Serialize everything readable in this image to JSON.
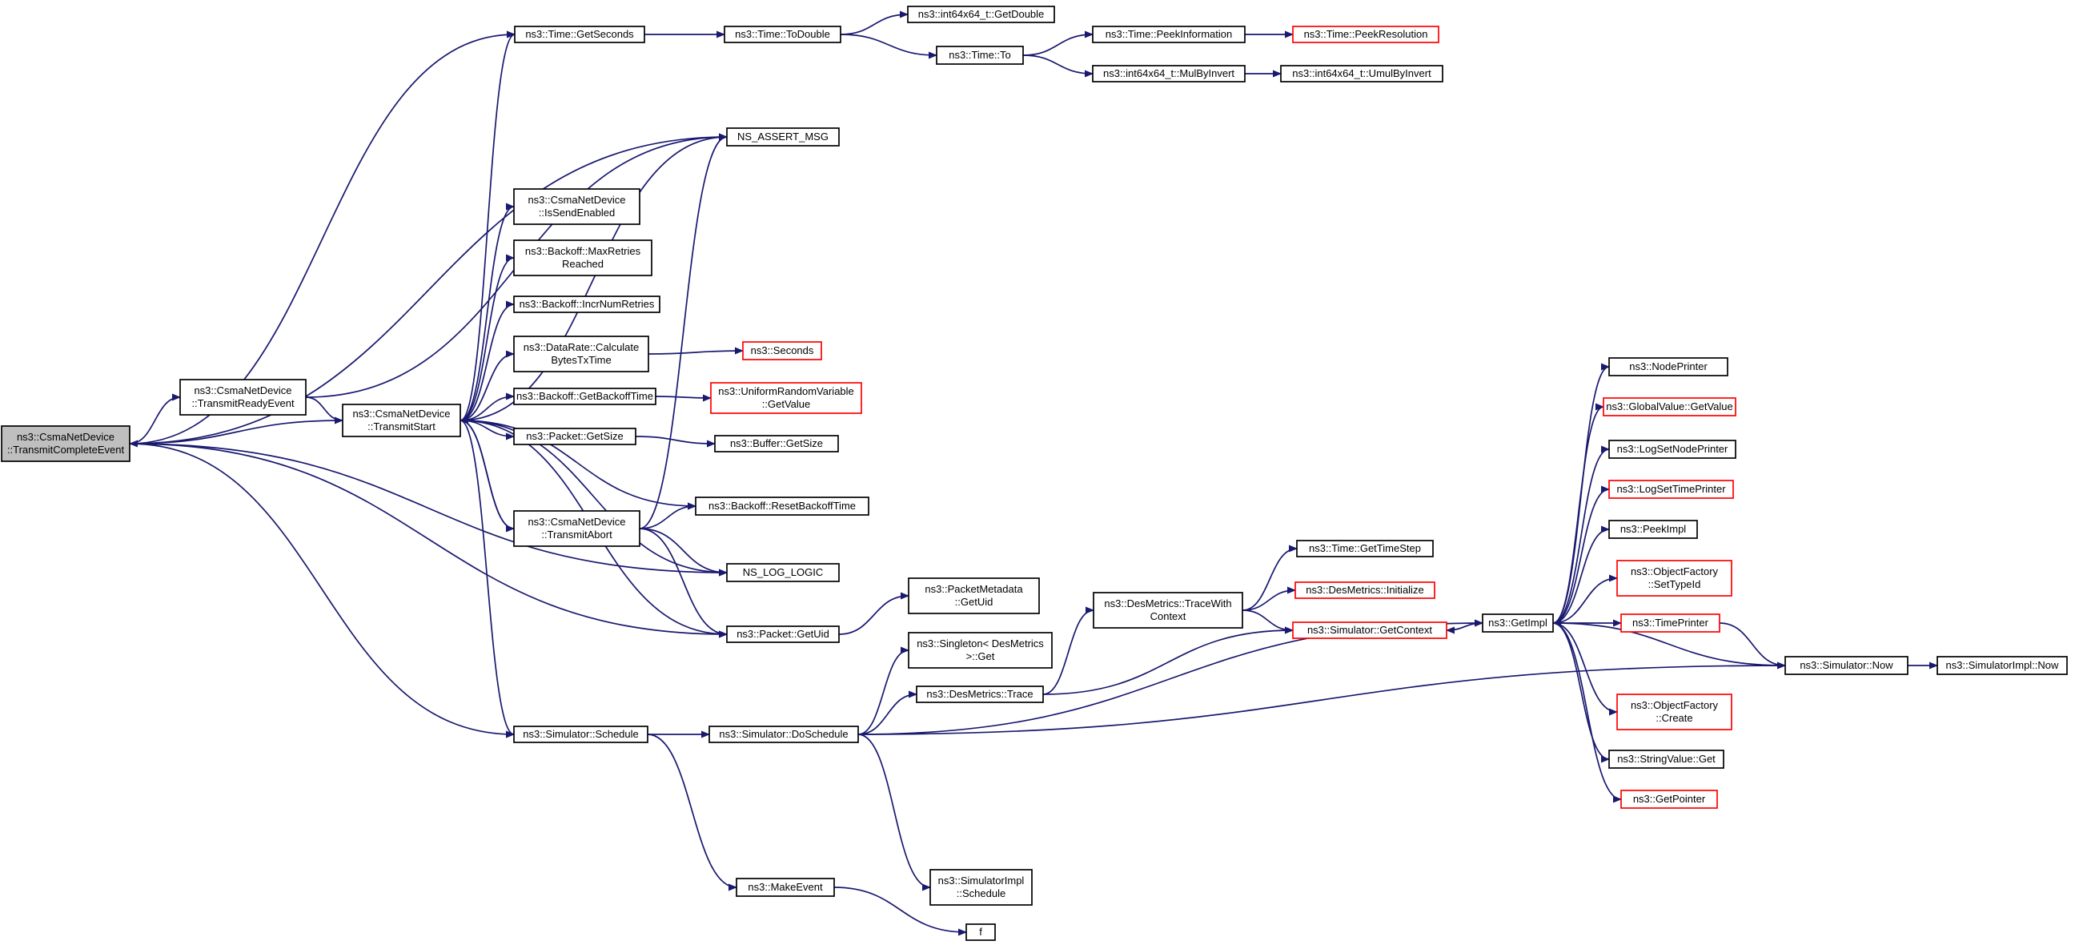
{
  "colors": {
    "edge": "#191970",
    "border": "#000000",
    "truncated_border": "#ff0000",
    "root_fill": "#bfbfbf",
    "background": "#ffffff"
  },
  "nodes": [
    {
      "id": "tce",
      "lines": [
        "ns3::CsmaNetDevice",
        "::TransmitCompleteEvent"
      ],
      "root": true
    },
    {
      "id": "tre",
      "lines": [
        "ns3::CsmaNetDevice",
        "::TransmitReadyEvent"
      ]
    },
    {
      "id": "ts",
      "lines": [
        "ns3::CsmaNetDevice",
        "::TransmitStart"
      ]
    },
    {
      "id": "getsec",
      "lines": [
        "ns3::Time::GetSeconds"
      ]
    },
    {
      "id": "todouble",
      "lines": [
        "ns3::Time::ToDouble"
      ]
    },
    {
      "id": "i64getdouble",
      "lines": [
        "ns3::int64x64_t::GetDouble"
      ]
    },
    {
      "id": "timeto",
      "lines": [
        "ns3::Time::To"
      ]
    },
    {
      "id": "peekinfo",
      "lines": [
        "ns3::Time::PeekInformation"
      ]
    },
    {
      "id": "peekres",
      "lines": [
        "ns3::Time::PeekResolution"
      ],
      "red": true
    },
    {
      "id": "mulbyinv",
      "lines": [
        "ns3::int64x64_t::MulByInvert"
      ]
    },
    {
      "id": "umulbyinv",
      "lines": [
        "ns3::int64x64_t::UmulByInvert"
      ]
    },
    {
      "id": "assert",
      "lines": [
        "NS_ASSERT_MSG"
      ]
    },
    {
      "id": "issend",
      "lines": [
        "ns3::CsmaNetDevice",
        "::IsSendEnabled"
      ]
    },
    {
      "id": "maxret",
      "lines": [
        "ns3::Backoff::MaxRetries",
        "Reached"
      ]
    },
    {
      "id": "incr",
      "lines": [
        "ns3::Backoff::IncrNumRetries"
      ]
    },
    {
      "id": "calcbytes",
      "lines": [
        "ns3::DataRate::Calculate",
        "BytesTxTime"
      ]
    },
    {
      "id": "seconds",
      "lines": [
        "ns3::Seconds"
      ],
      "red": true
    },
    {
      "id": "getbackoff",
      "lines": [
        "ns3::Backoff::GetBackoffTime"
      ]
    },
    {
      "id": "urv",
      "lines": [
        "ns3::UniformRandomVariable",
        "::GetValue"
      ],
      "red": true
    },
    {
      "id": "pktsize",
      "lines": [
        "ns3::Packet::GetSize"
      ]
    },
    {
      "id": "bufsize",
      "lines": [
        "ns3::Buffer::GetSize"
      ]
    },
    {
      "id": "tabort",
      "lines": [
        "ns3::CsmaNetDevice",
        "::TransmitAbort"
      ]
    },
    {
      "id": "resetbo",
      "lines": [
        "ns3::Backoff::ResetBackoffTime"
      ]
    },
    {
      "id": "loglogic",
      "lines": [
        "NS_LOG_LOGIC"
      ]
    },
    {
      "id": "pktuid",
      "lines": [
        "ns3::Packet::GetUid"
      ]
    },
    {
      "id": "metauid",
      "lines": [
        "ns3::PacketMetadata",
        "::GetUid"
      ]
    },
    {
      "id": "singleton",
      "lines": [
        "ns3::Singleton< DesMetrics",
        ">::Get"
      ]
    },
    {
      "id": "dmtrace",
      "lines": [
        "ns3::DesMetrics::Trace"
      ]
    },
    {
      "id": "schedule",
      "lines": [
        "ns3::Simulator::Schedule"
      ]
    },
    {
      "id": "dosched",
      "lines": [
        "ns3::Simulator::DoSchedule"
      ]
    },
    {
      "id": "makeevent",
      "lines": [
        "ns3::MakeEvent"
      ]
    },
    {
      "id": "implsched",
      "lines": [
        "ns3::SimulatorImpl",
        "::Schedule"
      ]
    },
    {
      "id": "f",
      "lines": [
        "f"
      ]
    },
    {
      "id": "tracectx",
      "lines": [
        "ns3::DesMetrics::TraceWith",
        "Context"
      ]
    },
    {
      "id": "timestep",
      "lines": [
        "ns3::Time::GetTimeStep"
      ]
    },
    {
      "id": "dminit",
      "lines": [
        "ns3::DesMetrics::Initialize"
      ],
      "red": true
    },
    {
      "id": "getctx",
      "lines": [
        "ns3::Simulator::GetContext"
      ],
      "red": true
    },
    {
      "id": "getimpl",
      "lines": [
        "ns3::GetImpl"
      ]
    },
    {
      "id": "nodeprinter",
      "lines": [
        "ns3::NodePrinter"
      ]
    },
    {
      "id": "gvget",
      "lines": [
        "ns3::GlobalValue::GetValue"
      ],
      "red": true
    },
    {
      "id": "lognp",
      "lines": [
        "ns3::LogSetNodePrinter"
      ]
    },
    {
      "id": "logtp",
      "lines": [
        "ns3::LogSetTimePrinter"
      ],
      "red": true
    },
    {
      "id": "peekimpl",
      "lines": [
        "ns3::PeekImpl"
      ]
    },
    {
      "id": "ofsettype",
      "lines": [
        "ns3::ObjectFactory",
        "::SetTypeId"
      ],
      "red": true
    },
    {
      "id": "timeprinter",
      "lines": [
        "ns3::TimePrinter"
      ],
      "red": true
    },
    {
      "id": "simnow",
      "lines": [
        "ns3::Simulator::Now"
      ]
    },
    {
      "id": "implnow",
      "lines": [
        "ns3::SimulatorImpl::Now"
      ]
    },
    {
      "id": "ofcreate",
      "lines": [
        "ns3::ObjectFactory",
        "::Create"
      ],
      "red": true
    },
    {
      "id": "svget",
      "lines": [
        "ns3::StringValue::Get"
      ]
    },
    {
      "id": "getpointer",
      "lines": [
        "ns3::GetPointer"
      ],
      "red": true
    }
  ],
  "edges": [
    [
      "tce",
      "getsec"
    ],
    [
      "tce",
      "assert"
    ],
    [
      "tce",
      "loglogic"
    ],
    [
      "tce",
      "pktuid"
    ],
    [
      "tce",
      "schedule"
    ],
    [
      "tce",
      "tre"
    ],
    [
      "tre",
      "assert"
    ],
    [
      "tre",
      "ts"
    ],
    [
      "ts",
      "tce"
    ],
    [
      "ts",
      "getsec"
    ],
    [
      "ts",
      "assert"
    ],
    [
      "ts",
      "issend"
    ],
    [
      "ts",
      "maxret"
    ],
    [
      "ts",
      "incr"
    ],
    [
      "ts",
      "calcbytes"
    ],
    [
      "ts",
      "getbackoff"
    ],
    [
      "ts",
      "pktsize"
    ],
    [
      "ts",
      "tabort"
    ],
    [
      "ts",
      "resetbo"
    ],
    [
      "ts",
      "loglogic"
    ],
    [
      "ts",
      "pktuid"
    ],
    [
      "ts",
      "schedule"
    ],
    [
      "getsec",
      "todouble"
    ],
    [
      "todouble",
      "i64getdouble"
    ],
    [
      "todouble",
      "timeto"
    ],
    [
      "timeto",
      "peekinfo"
    ],
    [
      "timeto",
      "mulbyinv"
    ],
    [
      "peekinfo",
      "peekres"
    ],
    [
      "mulbyinv",
      "umulbyinv"
    ],
    [
      "calcbytes",
      "seconds"
    ],
    [
      "getbackoff",
      "urv"
    ],
    [
      "pktsize",
      "bufsize"
    ],
    [
      "tabort",
      "ts"
    ],
    [
      "tabort",
      "assert"
    ],
    [
      "tabort",
      "resetbo"
    ],
    [
      "tabort",
      "loglogic"
    ],
    [
      "tabort",
      "pktuid"
    ],
    [
      "pktuid",
      "metauid"
    ],
    [
      "schedule",
      "dosched"
    ],
    [
      "schedule",
      "makeevent"
    ],
    [
      "dosched",
      "singleton"
    ],
    [
      "dosched",
      "dmtrace"
    ],
    [
      "dosched",
      "implsched"
    ],
    [
      "dosched",
      "getimpl"
    ],
    [
      "dosched",
      "simnow"
    ],
    [
      "makeevent",
      "f"
    ],
    [
      "dmtrace",
      "tracectx"
    ],
    [
      "dmtrace",
      "getctx"
    ],
    [
      "tracectx",
      "timestep"
    ],
    [
      "tracectx",
      "dminit"
    ],
    [
      "tracectx",
      "getctx"
    ],
    [
      "getctx",
      "getimpl"
    ],
    [
      "getimpl",
      "nodeprinter"
    ],
    [
      "getimpl",
      "gvget"
    ],
    [
      "getimpl",
      "lognp"
    ],
    [
      "getimpl",
      "logtp"
    ],
    [
      "getimpl",
      "peekimpl"
    ],
    [
      "getimpl",
      "ofsettype"
    ],
    [
      "getimpl",
      "timeprinter"
    ],
    [
      "getimpl",
      "ofcreate"
    ],
    [
      "getimpl",
      "svget"
    ],
    [
      "getimpl",
      "getpointer"
    ],
    [
      "getimpl",
      "getctx"
    ],
    [
      "timeprinter",
      "simnow"
    ],
    [
      "simnow",
      "getimpl"
    ],
    [
      "simnow",
      "implnow"
    ]
  ]
}
